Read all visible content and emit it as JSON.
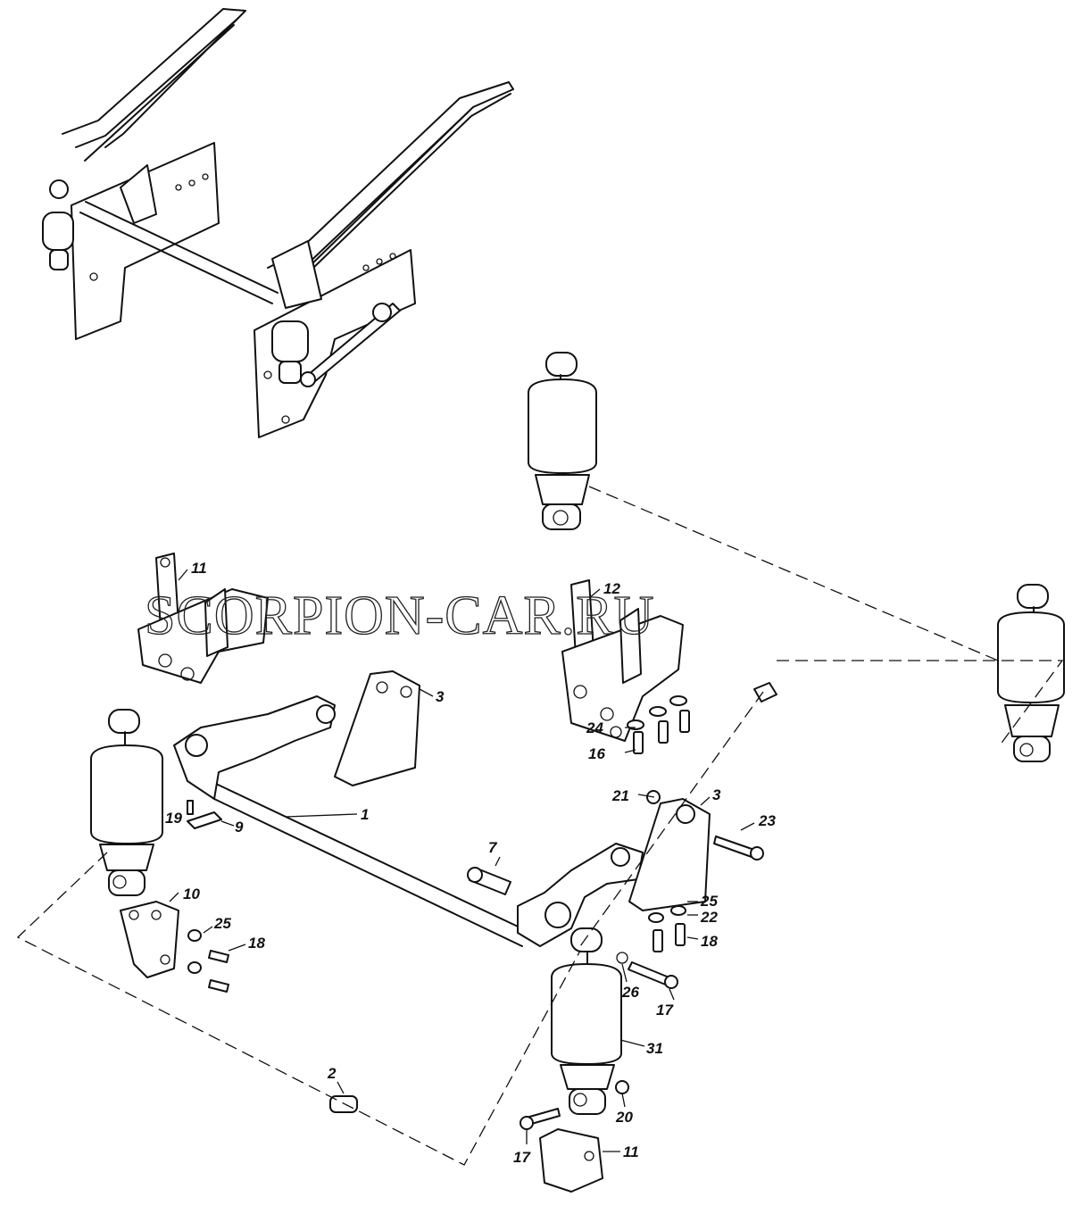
{
  "watermark": "SCORPION-CAR.RU",
  "callouts": {
    "c1": "1",
    "c2": "2",
    "c3a": "3",
    "c3b": "3",
    "c7": "7",
    "c9": "9",
    "c10": "10",
    "c11a": "11",
    "c11b": "11",
    "c12": "12",
    "c16": "16",
    "c17a": "17",
    "c17b": "17",
    "c18a": "18",
    "c18b": "18",
    "c19": "19",
    "c20": "20",
    "c21": "21",
    "c22": "22",
    "c23": "23",
    "c24": "24",
    "c25a": "25",
    "c25b": "25",
    "c26": "26",
    "c31": "31"
  }
}
